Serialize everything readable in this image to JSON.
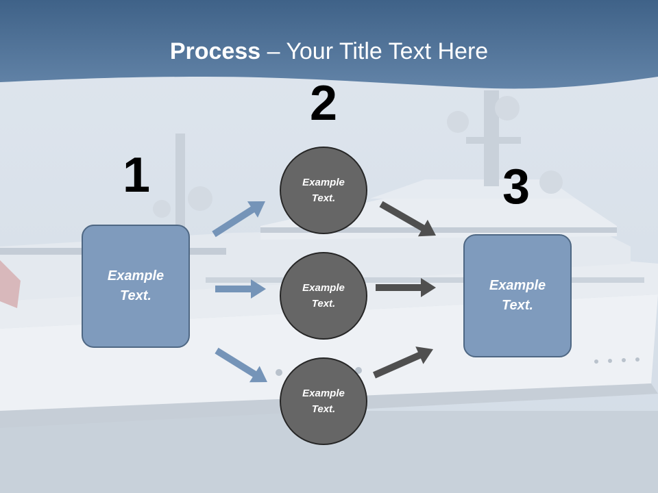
{
  "slide": {
    "title_bold": "Process",
    "title_rest": " – Your Title Text Here"
  },
  "steps": {
    "step1_number": "1",
    "step2_number": "2",
    "step3_number": "3"
  },
  "boxes": {
    "left_text": "Example\nText.",
    "right_text": "Example\nText."
  },
  "circles": {
    "top_text": "Example\nText.",
    "middle_text": "Example\nText.",
    "bottom_text": "Example\nText."
  },
  "colors": {
    "header_band": "#56779b",
    "box_fill": "#7f9bbd",
    "circle_fill": "#666666",
    "arrow_blue": "#7594b8",
    "arrow_dark": "#4f4f4f"
  },
  "icons": {
    "background": "yacht-photo",
    "arrows": "arrow-right"
  }
}
